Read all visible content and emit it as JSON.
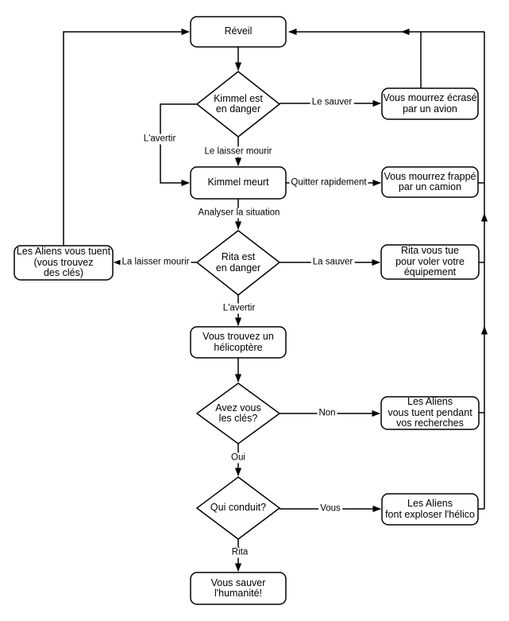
{
  "colors": {
    "stroke": "#000000",
    "node_fill": "#ffffff",
    "background": "#ffffff"
  },
  "nodes": {
    "reveil": {
      "type": "rounded-rect",
      "label": "Réveil"
    },
    "kimmel_danger": {
      "type": "diamond",
      "label": "Kimmel est\nen danger"
    },
    "avion": {
      "type": "rounded-rect",
      "label": "Vous mourrez écrasé\npar un avion"
    },
    "kimmel_meurt": {
      "type": "rounded-rect",
      "label": "Kimmel meurt"
    },
    "camion": {
      "type": "rounded-rect",
      "label": "Vous mourrez frappé\npar un camion"
    },
    "rita_danger": {
      "type": "diamond",
      "label": "Rita est\nen danger"
    },
    "aliens_cles": {
      "type": "rounded-rect",
      "label": "Les Aliens vous tuent\n(vous trouvez\ndes clés)"
    },
    "rita_tue": {
      "type": "rounded-rect",
      "label": "Rita vous tue\npour voler votre\néquipement"
    },
    "helicoptere": {
      "type": "rounded-rect",
      "label": "Vous trouvez un\nhélicoptère"
    },
    "avez_cles": {
      "type": "diamond",
      "label": "Avez vous\nles clés?"
    },
    "aliens_recherches": {
      "type": "rounded-rect",
      "label": "Les Aliens\nvous tuent pendant\nvos recherches"
    },
    "qui_conduit": {
      "type": "diamond",
      "label": "Qui conduit?"
    },
    "aliens_helico": {
      "type": "rounded-rect",
      "label": "Les Aliens\nfont exploser l'hélico"
    },
    "humanite": {
      "type": "rounded-rect",
      "label": "Vous sauver\nl'humanité!"
    }
  },
  "edge_labels": {
    "le_sauver": "Le sauver",
    "avertir_kimmel": "L'avertir",
    "le_laisser_mourir": "Le laisser mourir",
    "quitter_rapidement": "Quitter rapidement",
    "analyser_situation": "Analyser la situation",
    "la_laisser_mourir": "La laisser mourir",
    "la_sauver": "La sauver",
    "avertir_rita": "L'avertir",
    "non": "Non",
    "oui": "Oui",
    "vous": "Vous",
    "rita": "Rita"
  }
}
